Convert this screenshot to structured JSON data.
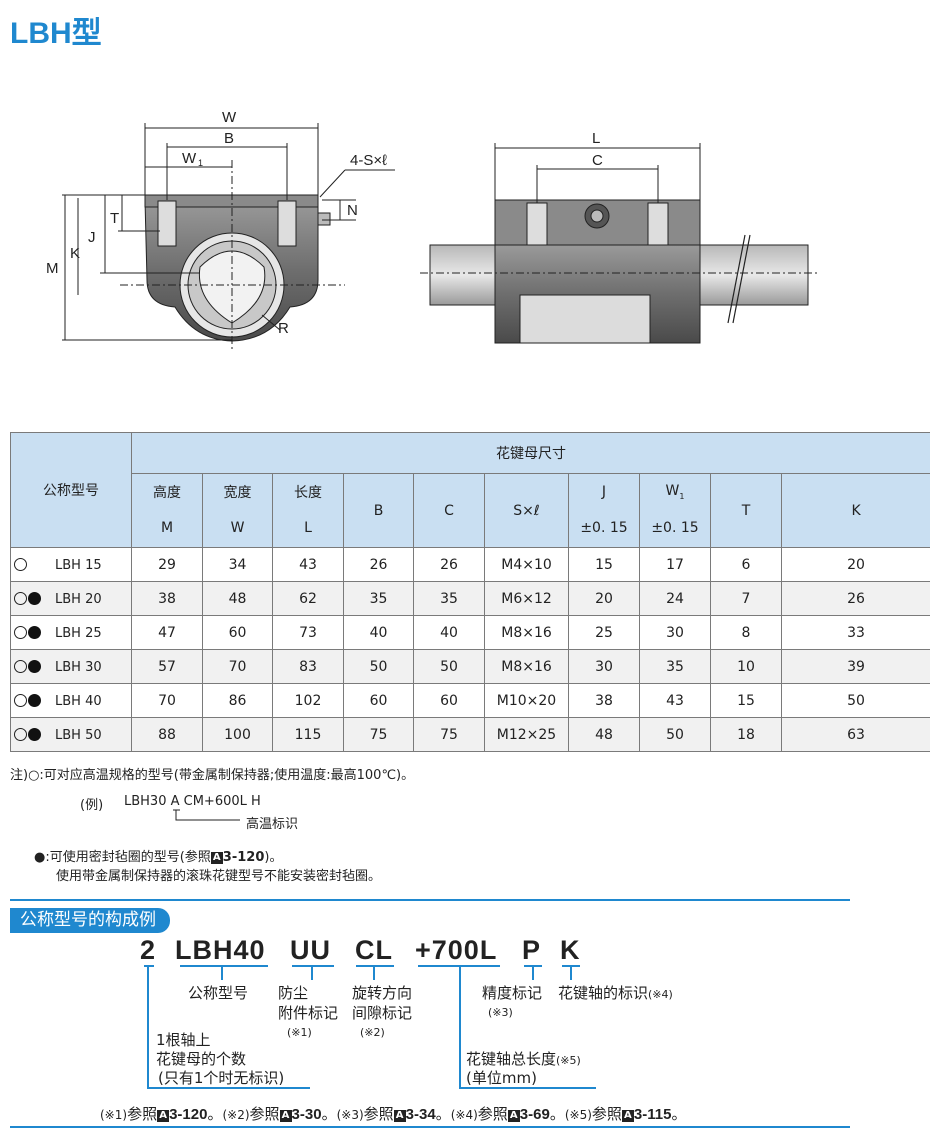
{
  "title": "LBH型",
  "drawing": {
    "left": {
      "W": "W",
      "B": "B",
      "W1": "W",
      "W1_sub": "1",
      "S": "4-S×ℓ",
      "N": "N",
      "T": "T",
      "J": "J",
      "K": "K",
      "M": "M",
      "R": "R"
    },
    "right": {
      "L": "L",
      "C": "C"
    }
  },
  "table": {
    "group_header": "花键母尺寸",
    "model_header": "公称型号",
    "col_headers": [
      {
        "top": "高度",
        "bottom": "M"
      },
      {
        "top": "宽度",
        "bottom": "W"
      },
      {
        "top": "长度",
        "bottom": "L"
      },
      {
        "top": "",
        "bottom": "B"
      },
      {
        "top": "",
        "bottom": "C"
      },
      {
        "top": "",
        "bottom": "S×ℓ"
      },
      {
        "top": "J",
        "bottom": "±0. 15"
      },
      {
        "top": "W1",
        "bottom": "±0. 15"
      },
      {
        "top": "",
        "bottom": "T"
      },
      {
        "top": "",
        "bottom": "K"
      }
    ],
    "rows": [
      {
        "sym": "○",
        "model": "LBH 15",
        "vals": [
          "29",
          "34",
          "43",
          "26",
          "26",
          "M4×10",
          "15",
          "17",
          "6",
          "20"
        ]
      },
      {
        "sym": "○●",
        "model": "LBH 20",
        "vals": [
          "38",
          "48",
          "62",
          "35",
          "35",
          "M6×12",
          "20",
          "24",
          "7",
          "26"
        ]
      },
      {
        "sym": "○●",
        "model": "LBH 25",
        "vals": [
          "47",
          "60",
          "73",
          "40",
          "40",
          "M8×16",
          "25",
          "30",
          "8",
          "33"
        ]
      },
      {
        "sym": "○●",
        "model": "LBH 30",
        "vals": [
          "57",
          "70",
          "83",
          "50",
          "50",
          "M8×16",
          "30",
          "35",
          "10",
          "39"
        ]
      },
      {
        "sym": "○●",
        "model": "LBH 40",
        "vals": [
          "70",
          "86",
          "102",
          "60",
          "60",
          "M10×20",
          "38",
          "43",
          "15",
          "50"
        ]
      },
      {
        "sym": "○●",
        "model": "LBH 50",
        "vals": [
          "88",
          "100",
          "115",
          "75",
          "75",
          "M12×25",
          "48",
          "50",
          "18",
          "63"
        ]
      }
    ]
  },
  "notes": {
    "note1": "注)○:可对应高温规格的型号(带金属制保持器;使用温度:最高100℃)。",
    "example_label": "(例)",
    "example_code": "LBH30 A CM+600L H",
    "example_mark": "高温标识",
    "note2_line1": "●:可使用密封毡圈的型号(参照",
    "note2_ref": "3-120",
    "note2_end": ")。",
    "note2_line2": "使用带金属制保持器的滚珠花键型号不能安装密封毡圈。"
  },
  "section_title": "公称型号的构成例",
  "code_parts": [
    "2",
    "LBH40",
    "UU",
    "CL",
    "+700L",
    "P",
    "K"
  ],
  "code_labels": {
    "model": "公称型号",
    "seal_1": "防尘",
    "seal_2": "附件标记",
    "seal_ref": "(※1)",
    "rot_1": "旋转方向",
    "rot_2": "间隙标记",
    "rot_ref": "(※2)",
    "acc": "精度标记",
    "acc_ref": "(※3)",
    "shaft_mark": "花键轴的标识",
    "shaft_ref": "(※4)",
    "count_1": "1根轴上",
    "count_2": "花键母的个数",
    "count_3": "(只有1个时无标识)",
    "len_1": "花键轴总长度",
    "len_ref": "(※5)",
    "len_2": "(单位mm)"
  },
  "refs": [
    {
      "mark": "(※1)",
      "text": "参照",
      "page": "3-120"
    },
    {
      "mark": "(※2)",
      "text": "参照",
      "page": "3-30"
    },
    {
      "mark": "(※3)",
      "text": "参照",
      "page": "3-34"
    },
    {
      "mark": "(※4)",
      "text": "参照",
      "page": "3-69"
    },
    {
      "mark": "(※5)",
      "text": "参照",
      "page": "3-115"
    }
  ],
  "ref_box_letter": "A",
  "colors": {
    "accent": "#1f88cf",
    "header_bg": "#c9dff2"
  }
}
